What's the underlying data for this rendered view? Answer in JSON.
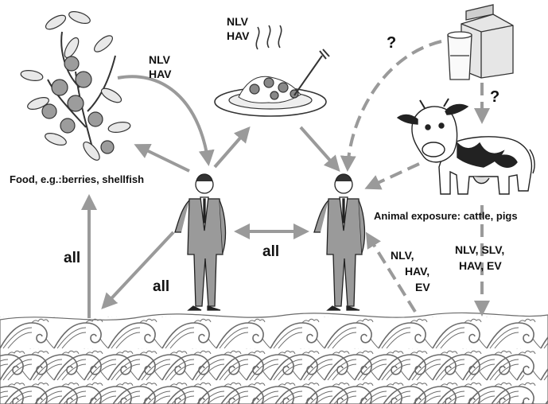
{
  "labels": {
    "berries_viruses_line1": "NLV",
    "berries_viruses_line2": "HAV",
    "food_viruses_line1": "NLV",
    "food_viruses_line2": "HAV",
    "milk_question_1": "?",
    "milk_question_2": "?",
    "food_caption": "Food, e.g.:berries, shellfish",
    "animal_caption": "Animal exposure: cattle, pigs",
    "all_left": "all",
    "all_middle": "all",
    "all_lower": "all",
    "water_to_person_line1": "NLV,",
    "water_to_person_line2": "HAV,",
    "water_to_person_line3": "EV",
    "animal_to_water_line1": "NLV, SLV,",
    "animal_to_water_line2": "HAV, EV"
  },
  "colors": {
    "arrow": "#9a9a9a",
    "text": "#111111",
    "wave_fill": "#ffffff",
    "wave_line": "#6a6a6a"
  }
}
